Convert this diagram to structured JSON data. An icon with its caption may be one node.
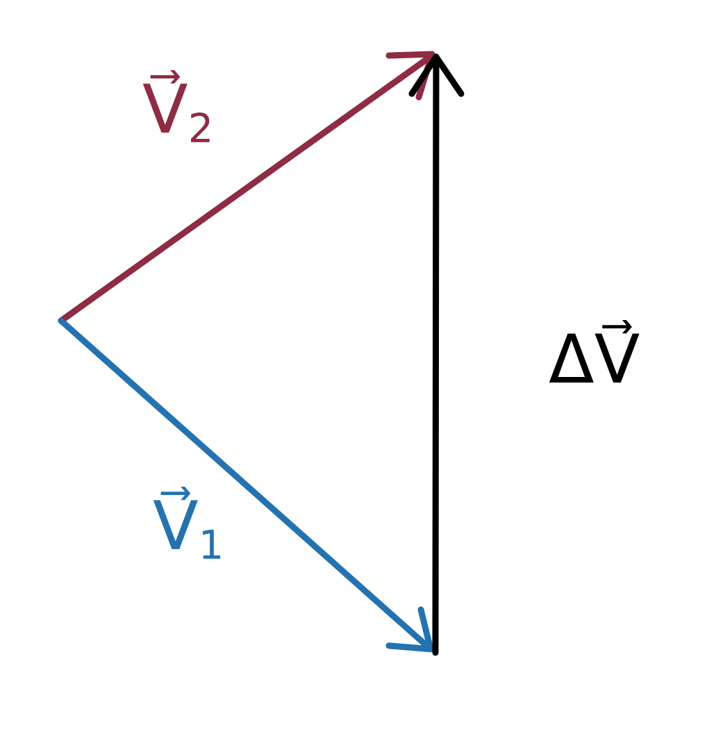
{
  "diagram": {
    "labels": [
      "V⃗$_{2}$",
      "V⃗$_{1}$",
      "ΔV⃗"
    ]
  }
}
